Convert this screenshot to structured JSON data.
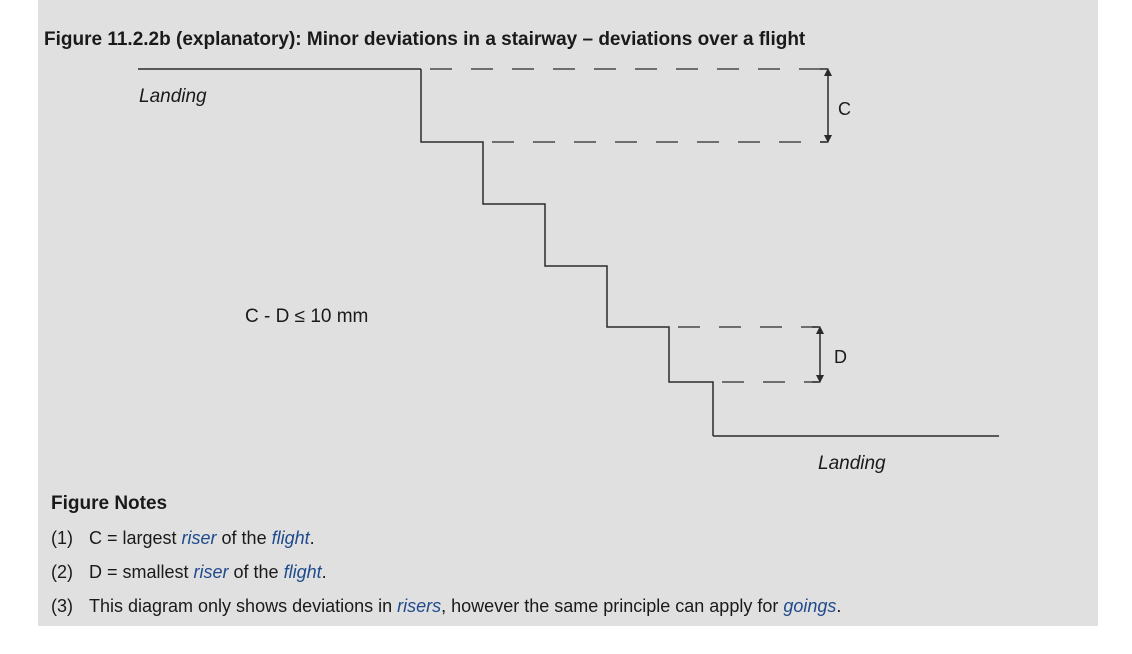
{
  "figure": {
    "title": "Figure 11.2.2b (explanatory): Minor deviations in a stairway – deviations over a flight"
  },
  "diagram": {
    "landing_top_label": "Landing",
    "landing_bottom_label": "Landing",
    "riser_c_label": "C",
    "riser_d_label": "D",
    "formula": "C - D ≤ 10 mm"
  },
  "notes": {
    "title": "Figure Notes",
    "items": [
      {
        "num": "(1)",
        "prefix": "C = largest ",
        "link1": "riser",
        "middle": " of the ",
        "link2": "flight",
        "suffix": "."
      },
      {
        "num": "(2)",
        "prefix": "D = smallest ",
        "link1": "riser",
        "middle": " of the ",
        "link2": "flight",
        "suffix": "."
      },
      {
        "num": "(3)",
        "prefix": "This diagram only shows deviations in ",
        "link1": "risers",
        "middle": ", however the same principle can apply for ",
        "link2": "goings",
        "suffix": "."
      }
    ]
  },
  "colors": {
    "panel_background": "#e0e0e0",
    "line": "#2a2a2a",
    "link": "#1f4a8c"
  }
}
